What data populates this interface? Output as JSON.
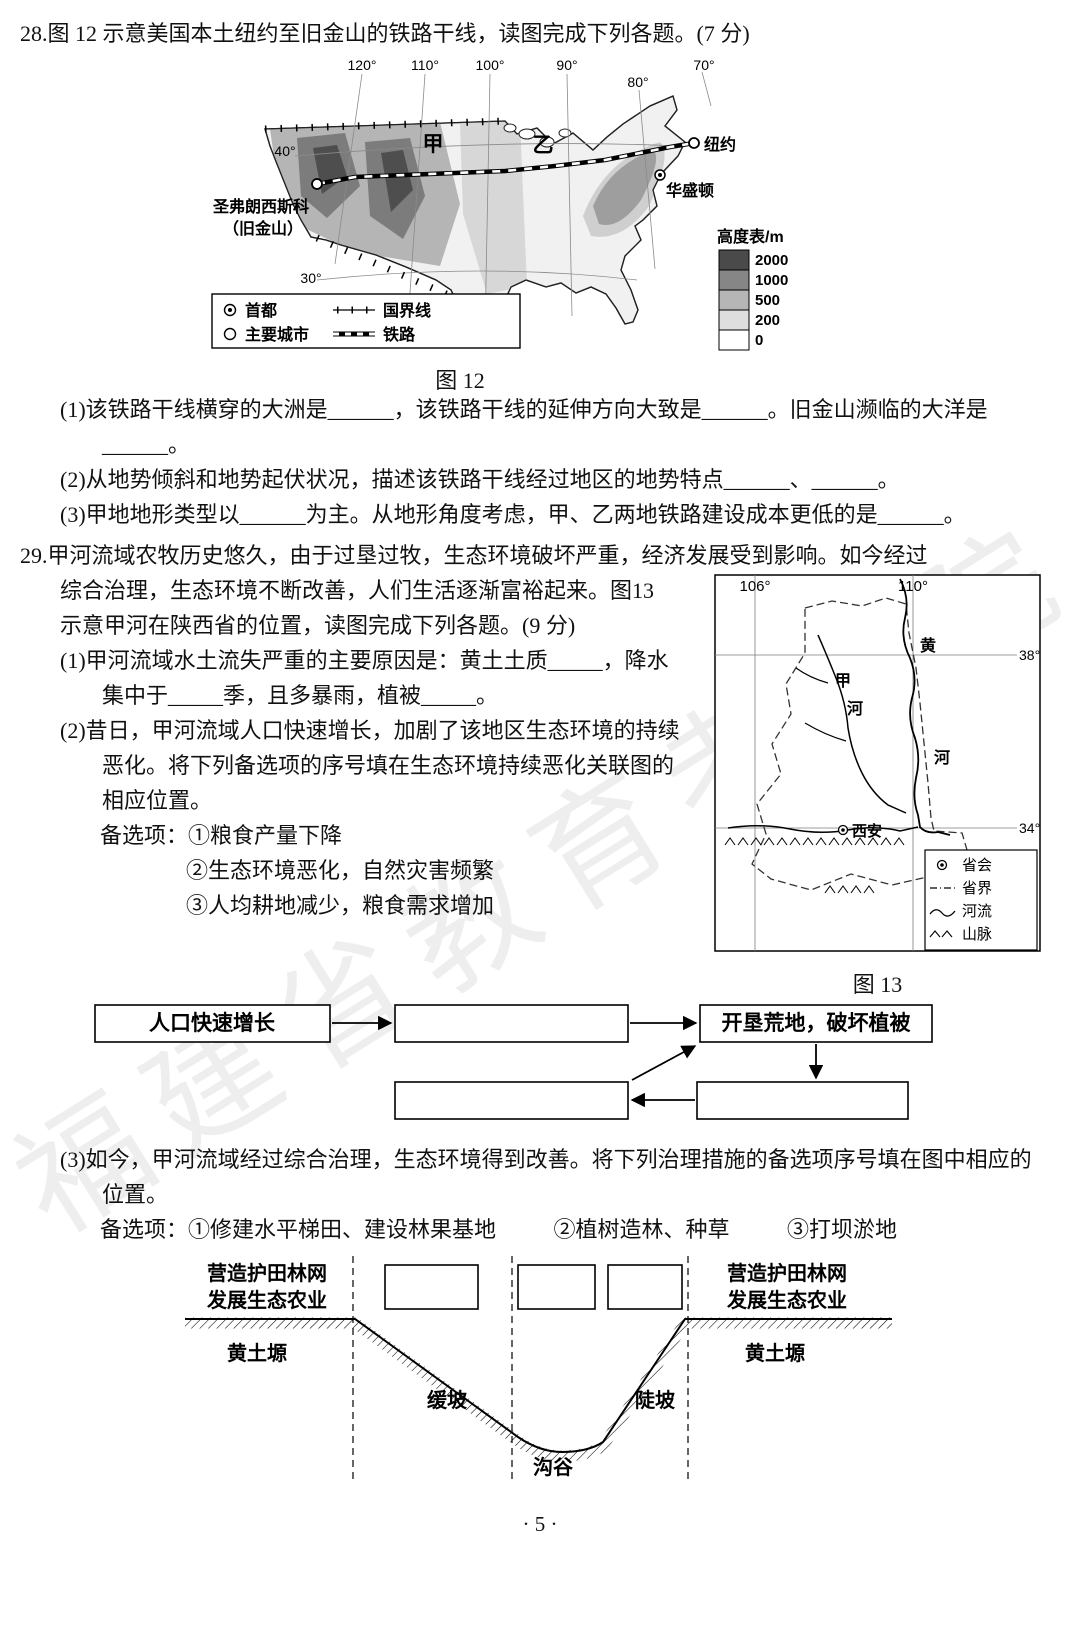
{
  "page": {
    "footer": "· 5 ·",
    "watermark": "福建省教育考试院"
  },
  "q28": {
    "title": "28.图 12 示意美国本土纽约至旧金山的铁路干线，读图完成下列各题。(7 分)",
    "sub1": "(1)该铁路干线横穿的大洲是______，该铁路干线的延伸方向大致是______。旧金山濒临的大洋是______。",
    "sub2": "(2)从地势倾斜和地势起伏状况，描述该铁路干线经过地区的地势特点______、______。",
    "sub3": "(3)甲地地形类型以______为主。从地形角度考虑，甲、乙两地铁路建设成本更低的是______。"
  },
  "fig12": {
    "caption": "图 12",
    "lon": [
      "120°",
      "110°",
      "100°",
      "90°",
      "80°",
      "70°"
    ],
    "lat": [
      "40°",
      "30°"
    ],
    "label_jia": "甲",
    "label_yi": "乙",
    "city_newyork": "纽约",
    "city_washington": "华盛顿",
    "city_sf_line1": "圣弗朗西斯科",
    "city_sf_line2": "（旧金山）",
    "legend_capital": "首都",
    "legend_city": "主要城市",
    "legend_border": "国界线",
    "legend_railway": "铁路",
    "elev": {
      "title": "高度表/m",
      "rows": [
        {
          "v": "2000",
          "c": "#4a4a4a"
        },
        {
          "v": "1000",
          "c": "#868686"
        },
        {
          "v": "500",
          "c": "#b6b6b6"
        },
        {
          "v": "200",
          "c": "#dedede"
        },
        {
          "v": "0",
          "c": "#ffffff"
        }
      ]
    }
  },
  "q29": {
    "title": "29.甲河流域农牧历史悠久，由于过垦过牧，生态环境破坏严重，经济发展受到影响。如今经过",
    "body1": "综合治理，生态环境不断改善，人们生活逐渐富裕起来。图13 示意甲河在陕西省的位置，读图完成下列各题。(9 分)",
    "sub1": "(1)甲河流域水土流失严重的主要原因是：黄土土质_____，降水集中于_____季，且多暴雨，植被_____。",
    "sub2": "(2)昔日，甲河流域人口快速增长，加剧了该地区生态环境的持续恶化。将下列备选项的序号填在生态环境持续恶化关联图的相应位置。",
    "opt_label": "备选项：①粮食产量下降",
    "opt2": "②生态环境恶化，自然灾害频繁",
    "opt3": "③人均耕地减少，粮食需求增加",
    "sub3": "(3)如今，甲河流域经过综合治理，生态环境得到改善。将下列治理措施的备选项序号填在图中相应的位置。",
    "sub3_opts": [
      "备选项：①修建水平梯田、建设林果基地",
      "②植树造林、种草",
      "③打坝淤地"
    ]
  },
  "fig13": {
    "caption": "图 13",
    "lon": [
      "106°",
      "110°"
    ],
    "lat": [
      "38°",
      "34°"
    ],
    "river_yellow_1": "黄",
    "river_yellow_2": "河",
    "river_jia_1": "甲",
    "river_jia_2": "河",
    "city_xian": "西安",
    "legend_capital": "省会",
    "legend_border": "省界",
    "legend_river": "河流",
    "legend_mountain": "山脉"
  },
  "flowchart": {
    "box_population": "人口快速增长",
    "box_reclaim": "开垦荒地，破坏植被"
  },
  "section": {
    "shelter_line1": "营造护田林网",
    "shelter_line2": "发展生态农业",
    "loess": "黄土塬",
    "gentle": "缓坡",
    "steep": "陡坡",
    "gully": "沟谷"
  }
}
